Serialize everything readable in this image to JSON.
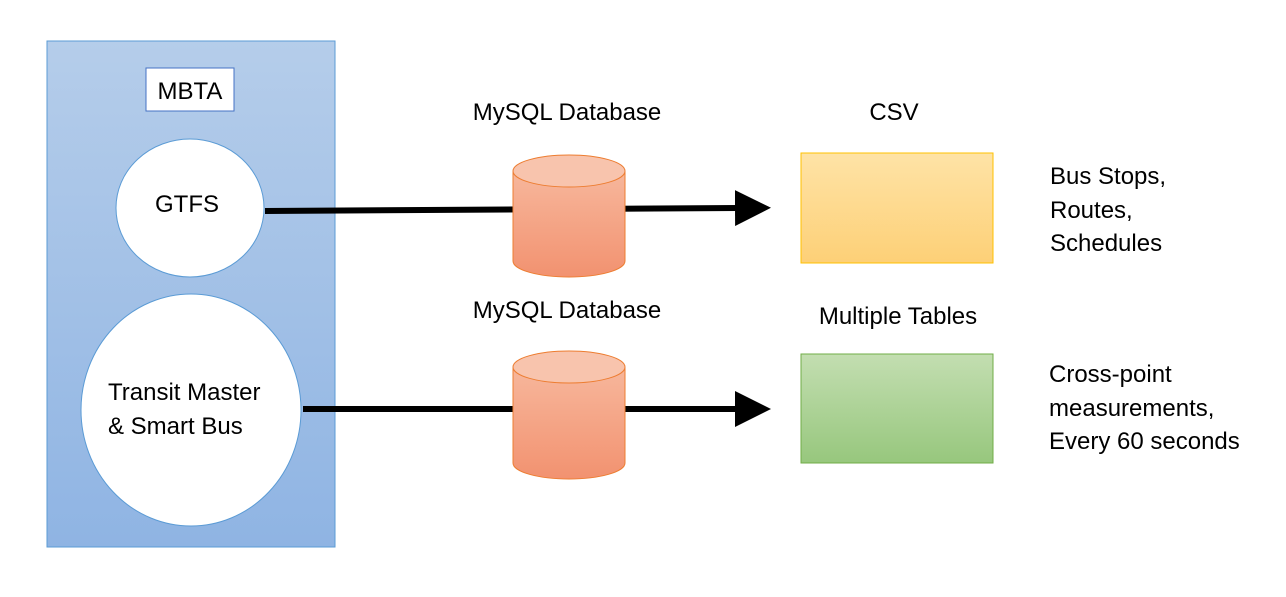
{
  "source": {
    "title": "MBTA",
    "nodes": [
      {
        "label_lines": [
          "GTFS"
        ]
      },
      {
        "label_lines": [
          "Transit Master",
          "& Smart Bus"
        ]
      }
    ]
  },
  "databases": [
    {
      "label": "MySQL Database"
    },
    {
      "label": "MySQL Database"
    }
  ],
  "outputs": [
    {
      "format": "CSV",
      "description_lines": [
        "Bus Stops,",
        "Routes,",
        "Schedules"
      ]
    },
    {
      "format": "Multiple Tables",
      "description_lines": [
        "Cross-point",
        "measurements,",
        "Every 60 seconds"
      ]
    }
  ],
  "colors": {
    "source_panel": "#9dc3e6",
    "database": "#f4b183",
    "csv_box": "#ffd966",
    "tables_box": "#a9d18e"
  }
}
